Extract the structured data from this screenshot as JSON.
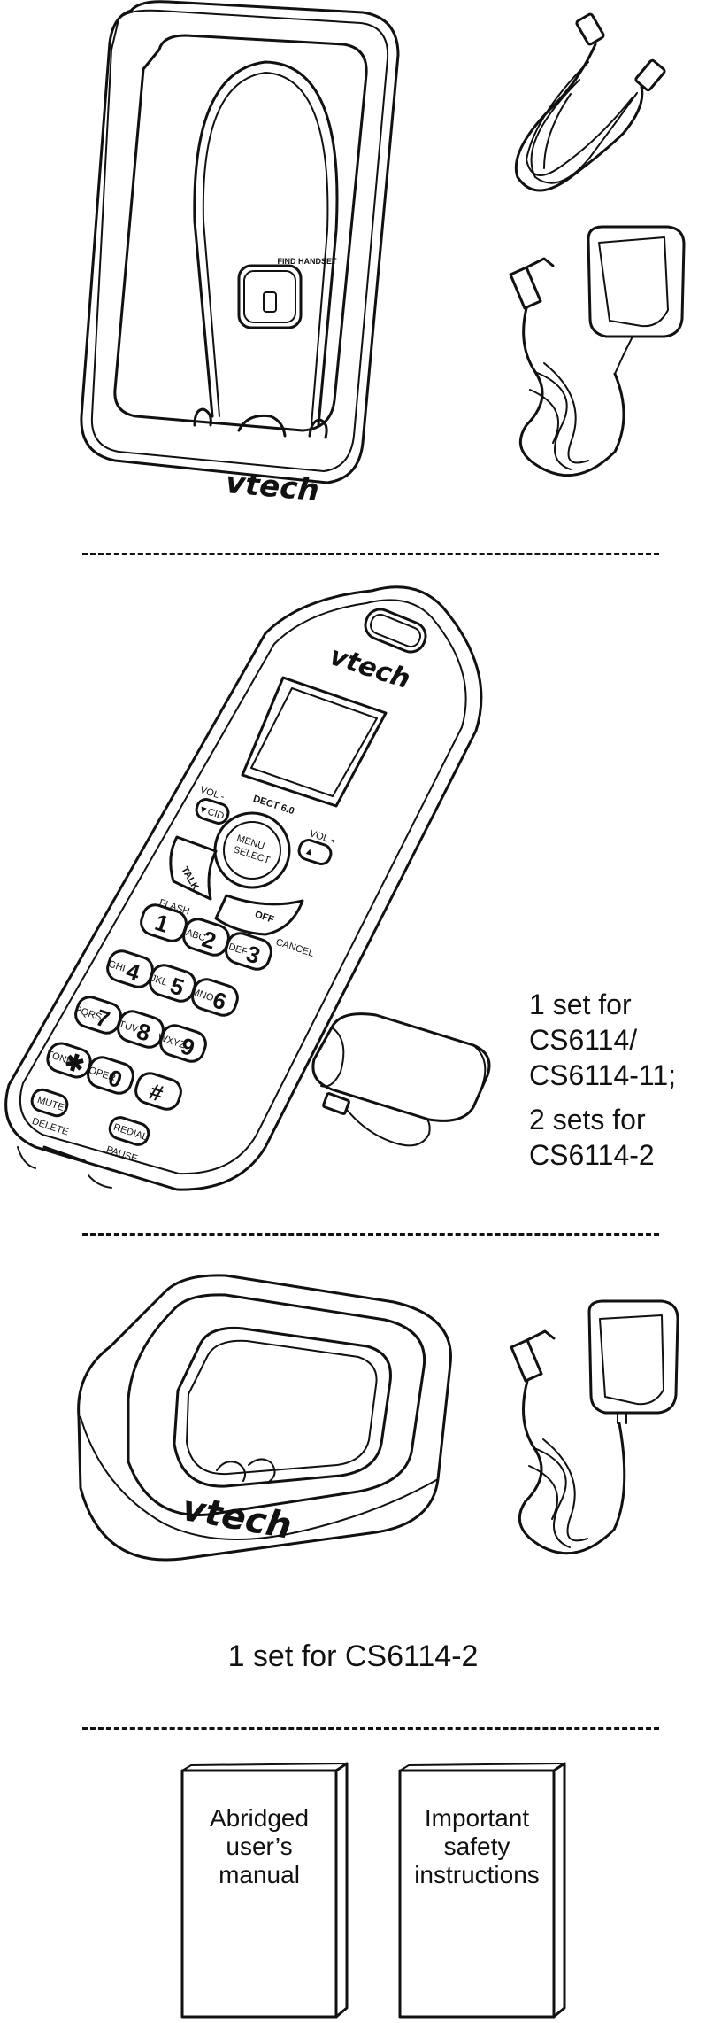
{
  "section1": {
    "base_logo": "vtech",
    "find_button_label": "FIND HANDSET"
  },
  "section2": {
    "handset_logo": "vtech",
    "dect_label": "DECT 6.0",
    "keys": {
      "vol_minus": "VOL -",
      "cid": "▼CID",
      "vol_plus": "VOL +",
      "up": "▲",
      "menu": "MENU",
      "select": "SELECT",
      "talk": "TALK",
      "flash": "FLASH",
      "off": "OFF",
      "cancel": "CANCEL",
      "mute": "MUTE",
      "delete": "DELETE",
      "redial": "REDIAL",
      "pause": "PAUSE",
      "tone": "TONE",
      "oper": "OPER",
      "n1": "1",
      "n2": "2",
      "n3": "3",
      "n4": "4",
      "n5": "5",
      "n6": "6",
      "n7": "7",
      "n8": "8",
      "n9": "9",
      "n0": "0",
      "star": "✱",
      "hash": "#",
      "abc": "ABC",
      "def": "DEF",
      "ghi": "GHI",
      "jkl": "JKL",
      "mno": "MNO",
      "pqrs": "PQRS",
      "tuv": "TUV",
      "wxyz": "WXYZ"
    },
    "caption_lines": [
      "1 set for",
      "CS6114/",
      "CS6114-11;",
      "2 sets for",
      "CS6114-2"
    ]
  },
  "section3": {
    "charger_logo": "vtech",
    "caption": "1 set for CS6114-2"
  },
  "section4": {
    "booklet_left_lines": [
      "Abridged",
      "user’s",
      "manual"
    ],
    "booklet_right_lines": [
      "Important",
      "safety",
      "instructions"
    ]
  }
}
